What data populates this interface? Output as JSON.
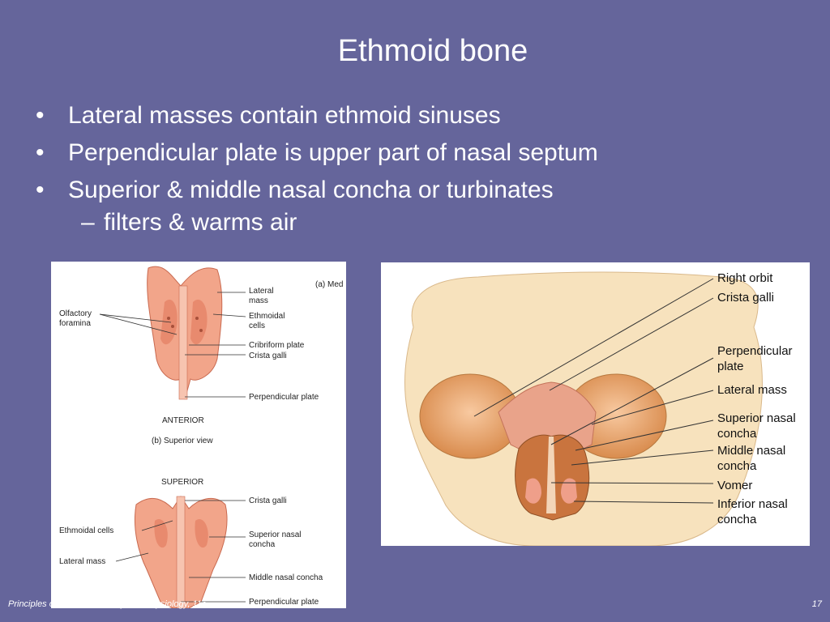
{
  "slide": {
    "title": "Ethmoid bone",
    "bullets": [
      "Lateral masses contain ethmoid sinuses",
      "Perpendicular plate is upper part of nasal septum",
      "Superior & middle nasal concha or turbinates"
    ],
    "sub_bullet": "filters & warms air",
    "bullet_symbol": "•",
    "dash_symbol": "–"
  },
  "left_figure": {
    "view_label": "(a) Med",
    "top_labels": {
      "lateral_mass": [
        "Lateral",
        "mass"
      ],
      "ethmoidal_cells": [
        "Ethmoidal",
        "cells"
      ],
      "cribriform_plate": "Cribriform plate",
      "crista_galli": "Crista galli",
      "perpendicular_plate": "Perpendicular plate",
      "olfactory_foramina": [
        "Olfactory",
        "foramina"
      ]
    },
    "anterior": "ANTERIOR",
    "superior_view": "(b) Superior view",
    "superior": "SUPERIOR",
    "bottom_labels": {
      "crista_galli": "Crista galli",
      "ethmoidal_cells": "Ethmoidal cells",
      "superior_nasal_concha": [
        "Superior nasal",
        "concha"
      ],
      "lateral_mass": "Lateral mass",
      "middle_nasal_concha": "Middle nasal concha",
      "perpendicular_plate": "Perpendicular plate"
    }
  },
  "right_figure": {
    "labels": {
      "right_orbit": "Right orbit",
      "crista_galli": "Crista galli",
      "perpendicular_plate": [
        "Perpendicular",
        "plate"
      ],
      "lateral_mass": "Lateral mass",
      "superior_nasal_concha": [
        "Superior nasal",
        "concha"
      ],
      "middle_nasal_concha": [
        "Middle nasal",
        "concha"
      ],
      "vomer": "Vomer",
      "inferior_nasal_concha": [
        "Inferior nasal",
        "concha"
      ]
    }
  },
  "footer": {
    "left": "Principles of Human Anatomy and Physiology, 11e",
    "page": "17"
  },
  "colors": {
    "background": "#65659b",
    "bone": "#f2a58a",
    "skull": "#f7e2bd"
  }
}
